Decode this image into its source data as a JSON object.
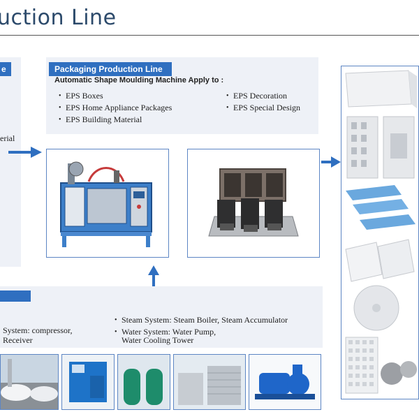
{
  "title": "uction Line",
  "left_panel": {
    "tag": "e",
    "fragment": "erial"
  },
  "top_panel": {
    "tag": "Packaging Production Line",
    "subtitle": "Automatic Shape Moulding Machine Apply to :",
    "items_left": [
      "EPS Boxes",
      "EPS Home Appliance Packages",
      "EPS Building Material"
    ],
    "items_right": [
      "EPS Decoration",
      "EPS Special Design"
    ]
  },
  "bottom_panel": {
    "air_system_line1": "System: compressor,",
    "air_system_line2": "Receiver",
    "steam_system": "Steam System:  Steam Boiler,   Steam Accumulator",
    "water_system_line1": "Water System:  Water Pump,",
    "water_system_line2": "Water Cooling Tower"
  },
  "icons": {
    "arrow": "arrow-icon"
  },
  "colors": {
    "accent": "#2f6fc0",
    "title": "#2c4a6b",
    "panel": "#eef1f7",
    "frame": "#5d86c4"
  }
}
